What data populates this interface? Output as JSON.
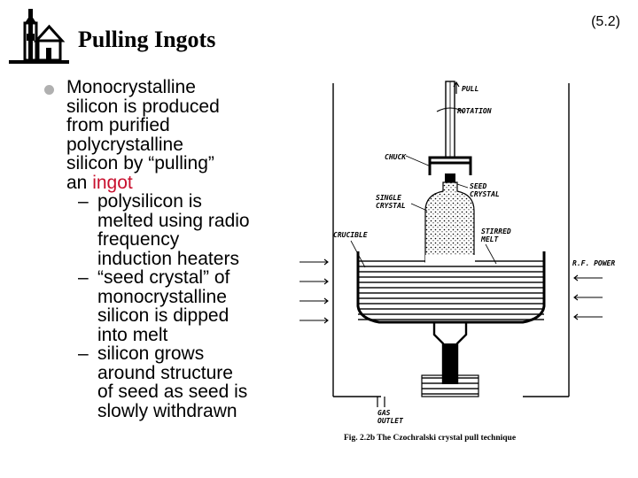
{
  "slide": {
    "title": "Pulling Ingots",
    "number": "(5.2)"
  },
  "bullet": {
    "lines": [
      "Monocrystalline",
      "silicon is produced",
      "from purified",
      "polycrystalline",
      "silicon by “pulling”"
    ],
    "last_prefix": "an ",
    "highlight": "ingot",
    "highlight_color": "#c8102e"
  },
  "subbullets": [
    {
      "lines": [
        "polysilicon is",
        "melted using radio",
        "frequency",
        "induction heaters"
      ]
    },
    {
      "lines": [
        "“seed crystal” of",
        "monocrystalline",
        "silicon is dipped",
        "into melt"
      ]
    },
    {
      "lines": [
        "silicon grows",
        "around structure",
        "of seed as seed is",
        "slowly withdrawn"
      ]
    }
  ],
  "figure": {
    "labels": {
      "pull": "PULL",
      "rotation": "ROTATION",
      "chuck": "CHUCK",
      "seed1": "SEED",
      "seed2": "CRYSTAL",
      "single1": "SINGLE",
      "single2": "CRYSTAL",
      "crucible": "CRUCIBLE",
      "stirred1": "STIRRED",
      "stirred2": "MELT",
      "rf": "R.F. POWER",
      "gas1": "GAS",
      "gas2": "OUTLET"
    },
    "caption": "Fig. 2.2b The Czochralski crystal pull technique"
  }
}
